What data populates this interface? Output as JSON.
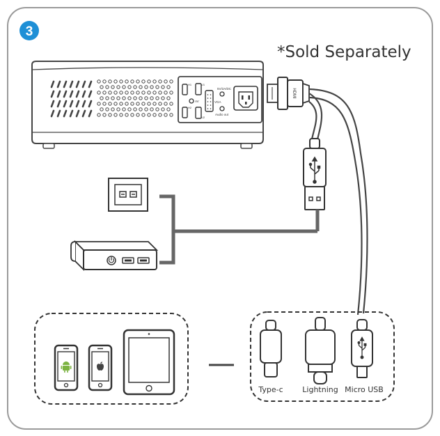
{
  "step": {
    "number": "3",
    "badge_color": "#1e8fd6"
  },
  "note": {
    "text": "*Sold Separately"
  },
  "projector": {
    "ports": {
      "hdmi1": "H1",
      "hdmi2": "H2",
      "usb1": "U1",
      "usb2": "U2",
      "av": "AV",
      "vga": "VGA",
      "dc_in": "5V/2A/DC",
      "audio_out": "Audio out"
    }
  },
  "cable": {
    "hdmi_label": "HDMI"
  },
  "connectors": [
    {
      "label": "Type-c"
    },
    {
      "label": "Lightning"
    },
    {
      "label": "Micro USB"
    }
  ],
  "colors": {
    "line": "#555555",
    "frame": "#9a9a9a",
    "android_green": "#7cb342"
  },
  "icons": [
    "hdmi-plug-icon",
    "usb-plug-icon",
    "wall-outlet-icon",
    "power-bank-icon",
    "android-phone-icon",
    "iphone-icon",
    "tablet-icon"
  ]
}
